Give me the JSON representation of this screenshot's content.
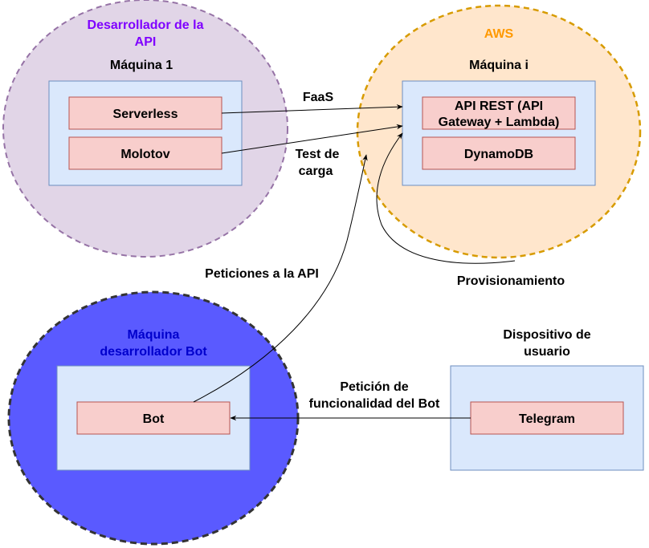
{
  "colors": {
    "api_region_fill": "#e1d5e7",
    "api_region_stroke": "#9673a6",
    "api_title": "#7f00ff",
    "aws_region_fill": "#ffe6cc",
    "aws_region_stroke": "#d79b00",
    "aws_title": "#ff9900",
    "bot_region_fill": "#5a5aff",
    "bot_region_stroke": "#333333",
    "bot_title": "#0000cc",
    "machine_fill": "#dae8fc",
    "machine_stroke": "#6c8ebf",
    "component_fill": "#f8cecc",
    "component_stroke": "#b85450",
    "edge": "#000000",
    "text": "#000000"
  },
  "regions": {
    "api_dev": {
      "title_line1": "Desarrollador de la",
      "title_line2": "API",
      "machine_label": "Máquina 1",
      "components": {
        "serverless": "Serverless",
        "molotov": "Molotov"
      }
    },
    "aws": {
      "title": "AWS",
      "machine_label": "Máquina i",
      "components": {
        "api_rest_line1": "API REST (API",
        "api_rest_line2": "Gateway + Lambda)",
        "dynamodb": "DynamoDB"
      }
    },
    "bot_dev": {
      "title_line1": "Máquina",
      "title_line2": "desarrollador Bot",
      "components": {
        "bot": "Bot"
      }
    },
    "user_device": {
      "title_line1": "Dispositivo de",
      "title_line2": "usuario",
      "components": {
        "telegram": "Telegram"
      }
    }
  },
  "edges": {
    "faas": "FaaS",
    "test_line1": "Test de",
    "test_line2": "carga",
    "provisioning": "Provisionamiento",
    "api_requests": "Peticiones a la API",
    "bot_request_line1": "Petición de",
    "bot_request_line2": "funcionalidad del Bot"
  }
}
